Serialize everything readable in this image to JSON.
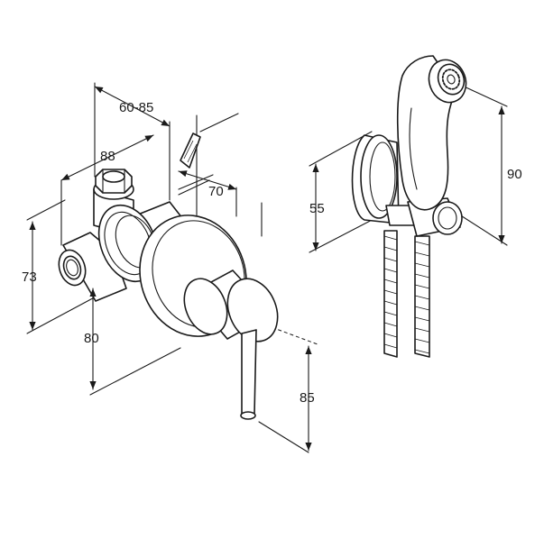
{
  "dimensions": {
    "wall_depth": "60-85",
    "body_width": "88",
    "rosette_offset": "70",
    "body_height": "73",
    "inlet_height": "80",
    "lever_length": "85",
    "holder_height": "55",
    "handshower_height": "90"
  }
}
